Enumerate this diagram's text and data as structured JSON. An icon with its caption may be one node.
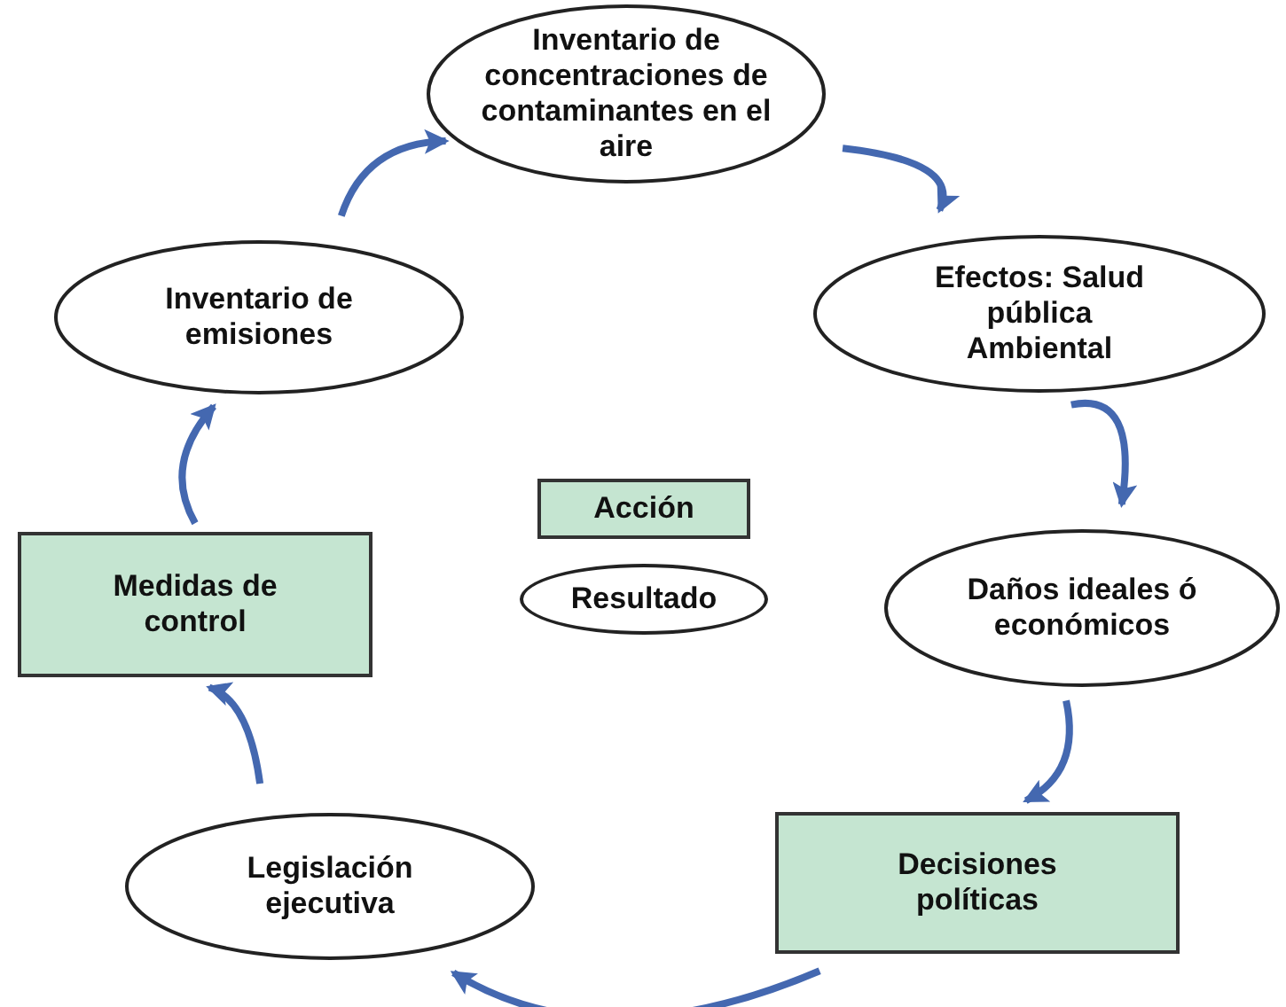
{
  "diagram": {
    "nodes": [
      {
        "text": [
          "Inventario de concentraciones de contaminantes en el aire"
        ]
      },
      {
        "text": [
          "Efectos: Salud pública Ambiental"
        ]
      },
      {
        "text": [
          "Daños ideales ó económicos"
        ]
      },
      {
        "text": [
          "Decisiones políticas"
        ]
      },
      {
        "text": [
          "Legislación ejecutiva"
        ]
      },
      {
        "text": [
          "Medidas de control"
        ]
      },
      {
        "text": [
          "Inventario de emisiones"
        ]
      }
    ],
    "edges": [
      {
        "from": 0,
        "to": 1,
        "arrow": "to"
      },
      {
        "from": 1,
        "to": 2,
        "arrow": "to"
      },
      {
        "from": 2,
        "to": 3,
        "arrow": "to"
      },
      {
        "from": 3,
        "to": 4,
        "arrow": "to"
      },
      {
        "from": 4,
        "to": 5,
        "arrow": "to"
      },
      {
        "from": 5,
        "to": 6,
        "arrow": "to"
      },
      {
        "from": 6,
        "to": 0,
        "arrow": "to"
      }
    ],
    "legend": [
      {
        "text": "Acción",
        "color": "#c5e5d1"
      },
      {
        "text": "Resultado"
      }
    ]
  }
}
